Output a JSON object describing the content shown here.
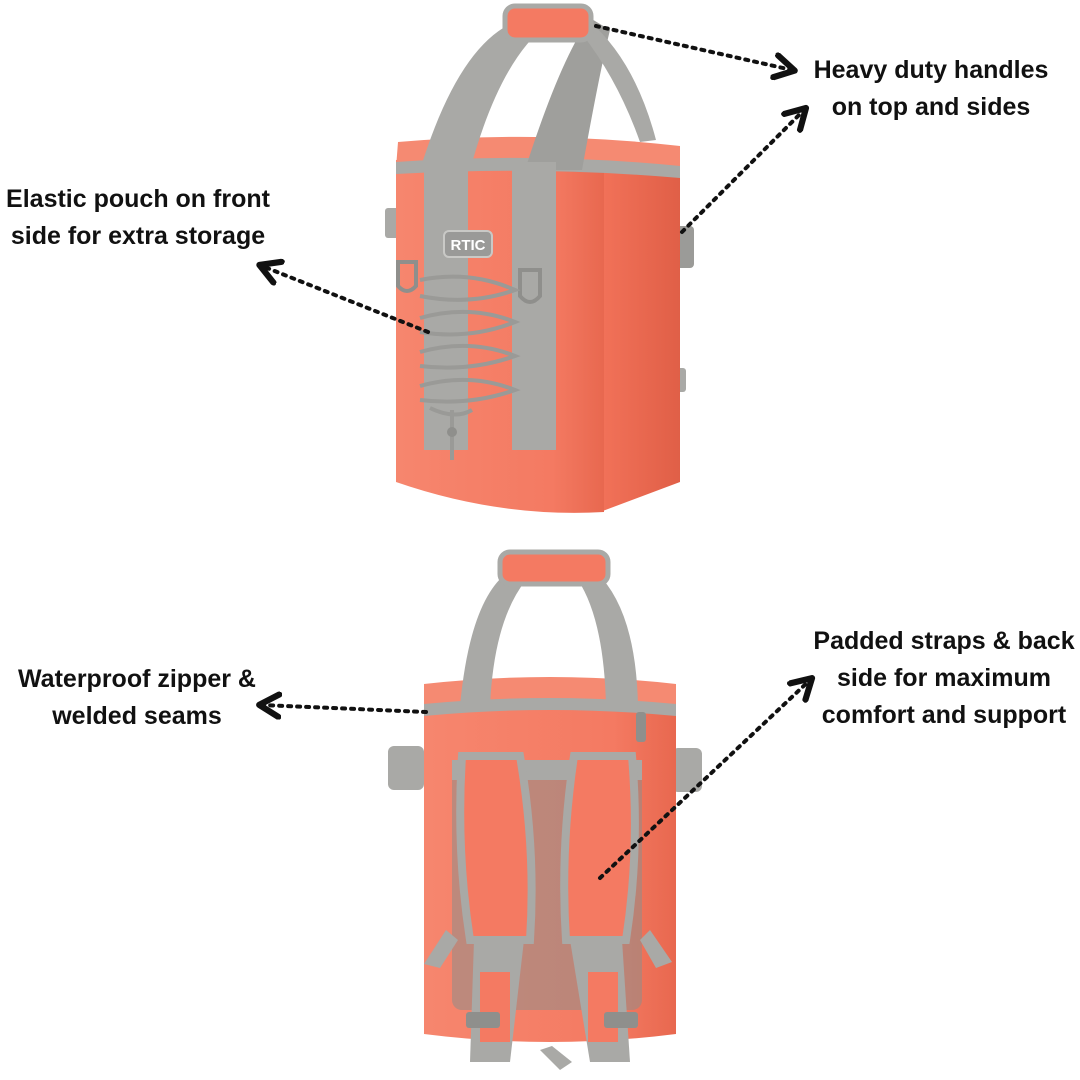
{
  "product": {
    "brand_logo": "RTIC",
    "body_color": "#f47a62",
    "shade_color": "#e2654f",
    "trim_color": "#a9a9a6",
    "trim_dark": "#8f8f8c"
  },
  "callouts": {
    "handles": [
      "Heavy duty handles",
      "on top and sides"
    ],
    "pouch": [
      "Elastic pouch on front",
      "side for extra storage"
    ],
    "zipper": [
      "Waterproof zipper &",
      "welded seams"
    ],
    "straps": [
      "Padded straps & back",
      "side for maximum",
      "comfort and support"
    ]
  }
}
